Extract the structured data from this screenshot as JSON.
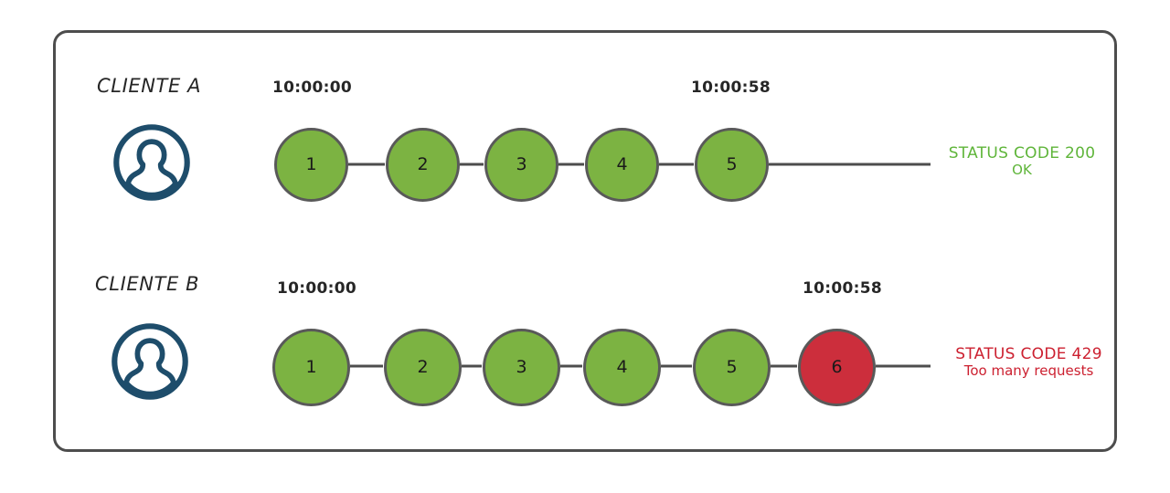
{
  "diagram": {
    "title_present": false,
    "colors": {
      "node_green": "#7cb342",
      "node_red": "#cc2e3c",
      "node_border": "#595959",
      "connector": "#4d4d4d",
      "frame": "#4d4d4d",
      "avatar_blue": "#1e4d6b",
      "status_ok": "#5fb53a",
      "status_error": "#cc2030",
      "text_dark": "#262626",
      "background": "#ffffff"
    },
    "rows": [
      {
        "id": "client-a",
        "label": "CLIENTE A",
        "avatar_icon": "user-avatar-icon",
        "start_time": "10:00:00",
        "end_time": "10:00:58",
        "nodes": [
          {
            "value": "1",
            "state": "ok"
          },
          {
            "value": "2",
            "state": "ok"
          },
          {
            "value": "3",
            "state": "ok"
          },
          {
            "value": "4",
            "state": "ok"
          },
          {
            "value": "5",
            "state": "ok"
          }
        ],
        "status": {
          "code": "STATUS CODE 200",
          "message": "OK",
          "state": "ok"
        }
      },
      {
        "id": "client-b",
        "label": "CLIENTE B",
        "avatar_icon": "user-avatar-icon",
        "start_time": "10:00:00",
        "end_time": "10:00:58",
        "nodes": [
          {
            "value": "1",
            "state": "ok"
          },
          {
            "value": "2",
            "state": "ok"
          },
          {
            "value": "3",
            "state": "ok"
          },
          {
            "value": "4",
            "state": "ok"
          },
          {
            "value": "5",
            "state": "ok"
          },
          {
            "value": "6",
            "state": "error"
          }
        ],
        "status": {
          "code": "STATUS CODE 429",
          "message": "Too many requests",
          "state": "error"
        }
      }
    ]
  }
}
